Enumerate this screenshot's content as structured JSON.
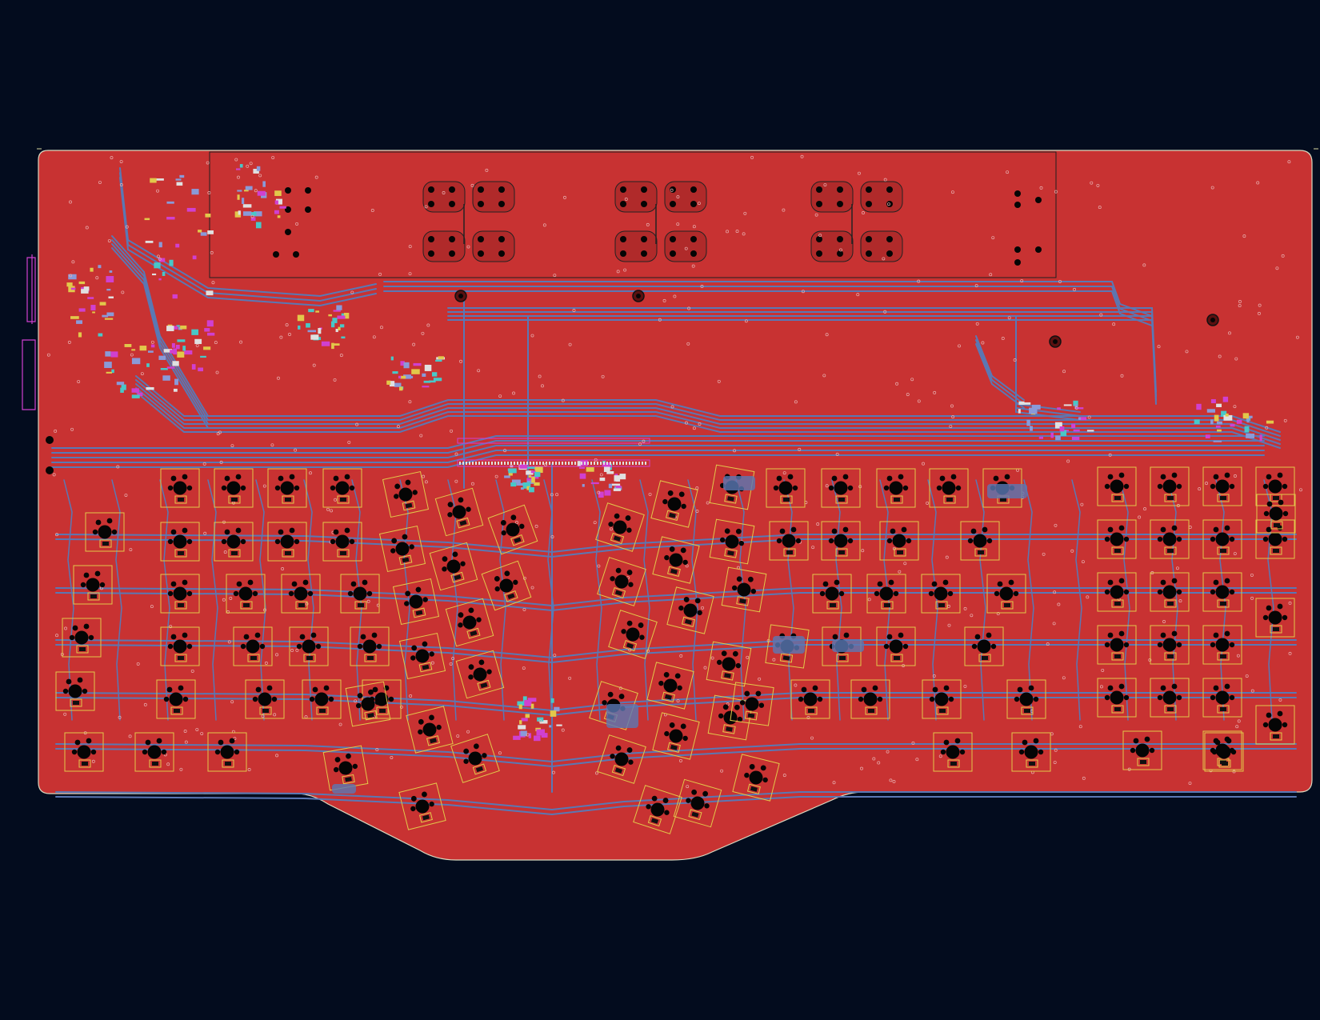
{
  "canvas": {
    "background": "#030c1e"
  },
  "board": {
    "copper_color": "#c83232",
    "edge_color": "#d8d8c0",
    "trace_color": "#5a78b4",
    "trace_alt_color": "#8a9ad8",
    "silk_color": "#e2c84a",
    "fab_color": "#d040d0",
    "drill_color": "#050505",
    "via_color": "#e0e0e0"
  },
  "footprints": {
    "switch_icon": "mx-switch-footprint",
    "led_icon": "led-footprint",
    "connector_icon": "usb-connector-footprint",
    "mcu_icon": "mcu-footprint",
    "mounting_hole_icon": "mounting-hole"
  }
}
